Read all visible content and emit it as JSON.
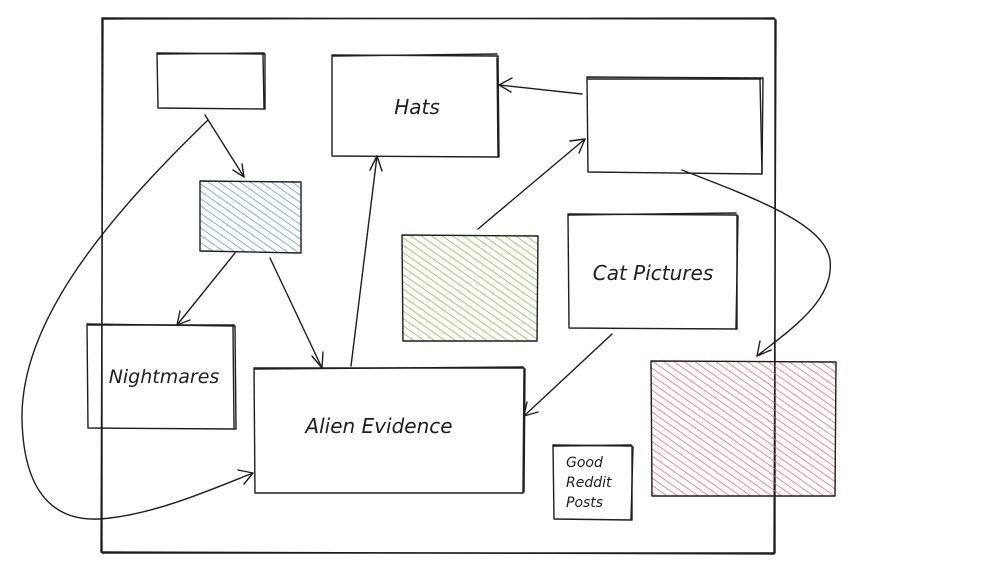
{
  "diagram": {
    "nodes": [
      {
        "id": "top-left-empty",
        "label": ""
      },
      {
        "id": "blue-hatched",
        "label": "",
        "fill": "#4a90d9"
      },
      {
        "id": "hats",
        "label": "Hats"
      },
      {
        "id": "top-right-empty",
        "label": ""
      },
      {
        "id": "green-hatched",
        "label": "",
        "fill": "#7ab830"
      },
      {
        "id": "cat-pictures",
        "label": "Cat Pictures"
      },
      {
        "id": "nightmares",
        "label": "Nightmares"
      },
      {
        "id": "alien-evidence",
        "label": "Alien Evidence"
      },
      {
        "id": "good-reddit-posts",
        "label_lines": [
          "Good",
          "Reddit",
          "Posts"
        ]
      },
      {
        "id": "red-hatched",
        "label": "",
        "fill": "#e85b5b"
      }
    ],
    "edges": [
      {
        "from": "top-left-empty",
        "to": "blue-hatched"
      },
      {
        "from": "top-left-empty",
        "to": "alien-evidence"
      },
      {
        "from": "blue-hatched",
        "to": "nightmares"
      },
      {
        "from": "blue-hatched",
        "to": "alien-evidence"
      },
      {
        "from": "alien-evidence",
        "to": "hats"
      },
      {
        "from": "top-right-empty",
        "to": "hats"
      },
      {
        "from": "green-hatched",
        "to": "top-right-empty"
      },
      {
        "from": "top-right-empty",
        "to": "red-hatched"
      },
      {
        "from": "cat-pictures",
        "to": "alien-evidence"
      }
    ]
  }
}
